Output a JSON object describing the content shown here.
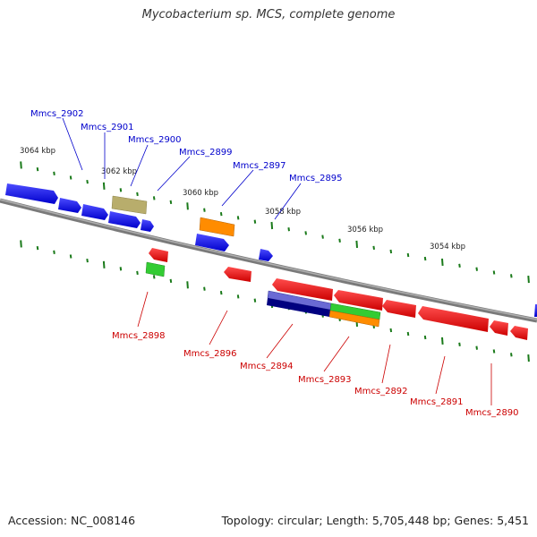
{
  "title": "Mycobacterium sp. MCS, complete genome",
  "footer": {
    "accession": "Accession: NC_008146",
    "summary": "Topology: circular; Length: 5,705,448 bp; Genes: 5,451"
  },
  "scale_labels": [
    "3064 kbp",
    "3062 kbp",
    "3060 kbp",
    "3058 kbp",
    "3056 kbp",
    "3054 kbp"
  ],
  "gene_labels": {
    "top": [
      "Mmcs_2902",
      "Mmcs_2901",
      "Mmcs_2900",
      "Mmcs_2899",
      "Mmcs_2897",
      "Mmcs_2895"
    ],
    "bottom": [
      "Mmcs_2898",
      "Mmcs_2896",
      "Mmcs_2894",
      "Mmcs_2893",
      "Mmcs_2892",
      "Mmcs_2891",
      "Mmcs_2890"
    ]
  },
  "colors": {
    "forward_gene": "#0000ff",
    "reverse_gene": "#ff0000",
    "forward_label": "#0000cc",
    "reverse_label": "#cc0000",
    "backbone": "#777777",
    "tick": "#1a7a1a",
    "olive": "#b5ac6a",
    "orange": "#ff8c00",
    "green": "#33cc33",
    "navy": "#000080",
    "slate": "#6666cc"
  }
}
